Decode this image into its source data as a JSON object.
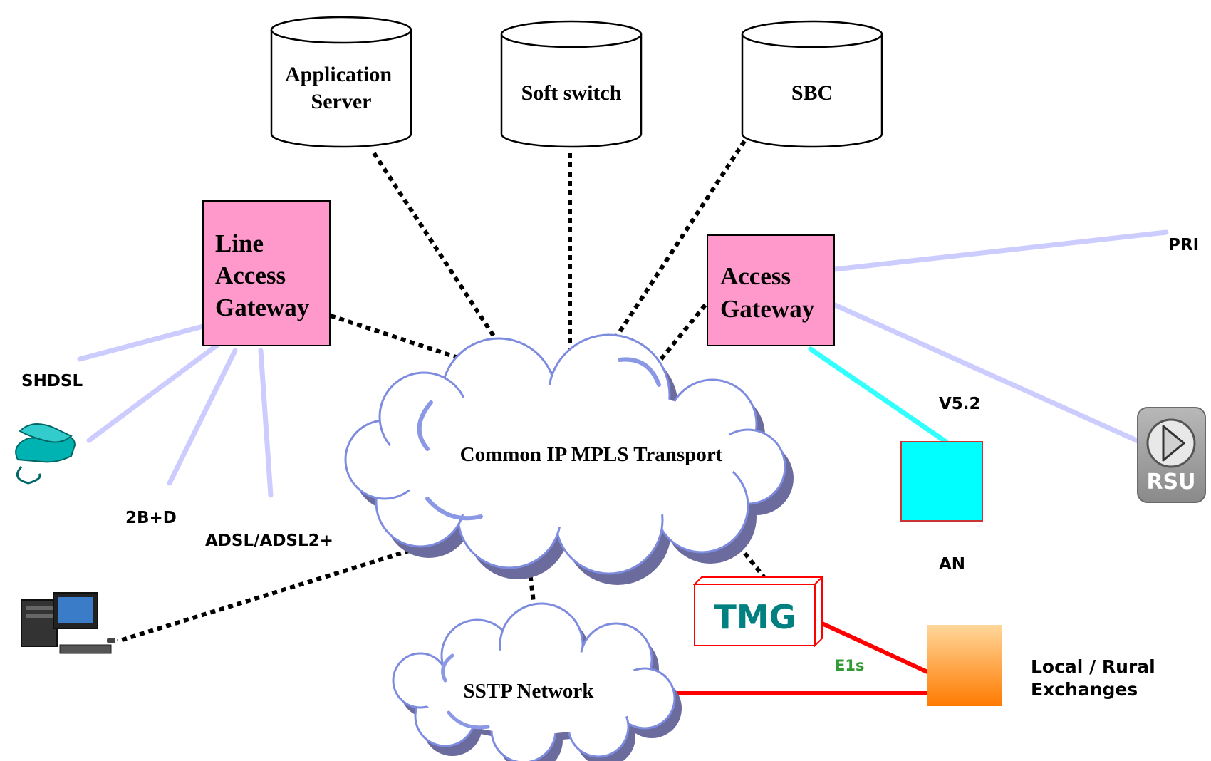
{
  "servers": {
    "application_server": {
      "line1": "Application",
      "line2": "Server"
    },
    "soft_switch": {
      "label": "Soft switch"
    },
    "sbc": {
      "label": "SBC"
    }
  },
  "gateways": {
    "line_access_gateway": {
      "line1": "Line",
      "line2": "Access",
      "line3": "Gateway"
    },
    "access_gateway": {
      "line1": "Access",
      "line2": "Gateway"
    }
  },
  "clouds": {
    "core": "Common IP MPLS Transport",
    "sstp": "SSTP Network"
  },
  "tmg": {
    "label": "TMG"
  },
  "rsu": {
    "label": "RSU"
  },
  "labels": {
    "pri": "PRI",
    "v52": "V5.2",
    "an": "AN",
    "shdsl": "SHDSL",
    "isdn": "2B+D",
    "adsl": "ADSL/ADSL2+",
    "e1s": "E1s",
    "exchanges_line1": "Local / Rural",
    "exchanges_line2": "Exchanges"
  },
  "colors": {
    "gateway_fill": "#FF99CC",
    "an_fill": "#00FFFF",
    "access_line": "#CCCCFF",
    "v52_line": "#33FFFF",
    "e1_line": "#FF0000",
    "cloud_shadow": "#6B6B9E",
    "cloud_accent": "#7E8CE0",
    "tmg_red": "#FF0000",
    "tmg_text": "#008080",
    "e1s_text": "#339933"
  }
}
